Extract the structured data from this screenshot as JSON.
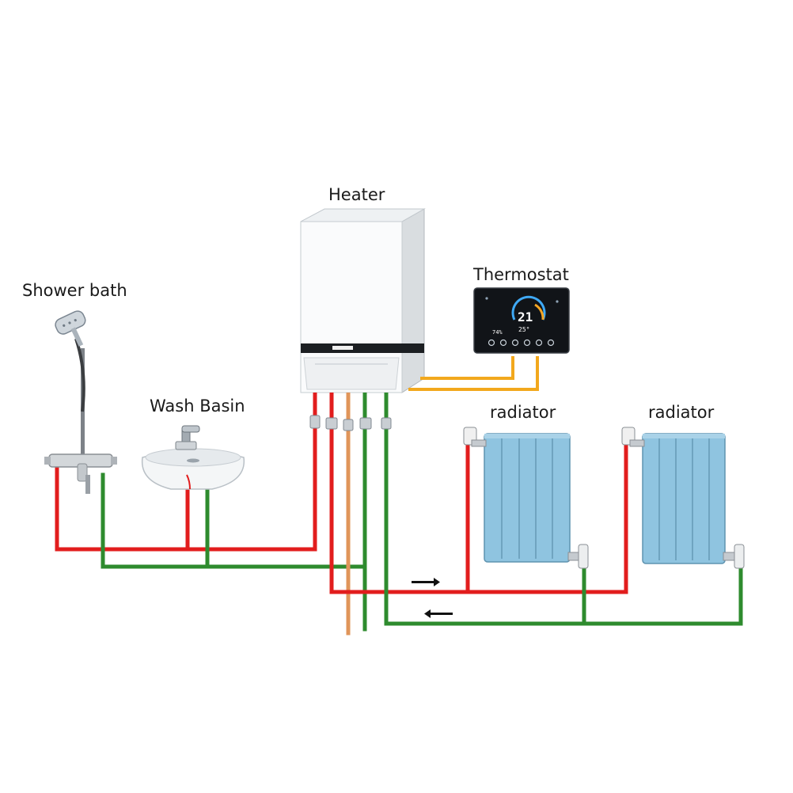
{
  "labels": {
    "heater": "Heater",
    "thermostat": "Thermostat",
    "shower": "Shower bath",
    "basin": "Wash Basin",
    "radiator_left": "radiator",
    "radiator_right": "radiator"
  },
  "thermostat_display": {
    "temperature": "21",
    "set_temperature": "25°",
    "humidity": "74%"
  },
  "colors": {
    "hot_pipe": "#e21d1d",
    "return_pipe": "#2e8b2e",
    "gas_pipe": "#e0955a",
    "thermostat_wire": "#f2a81d",
    "radiator": "#8fc4e0",
    "thermostat_body": "#111418"
  }
}
